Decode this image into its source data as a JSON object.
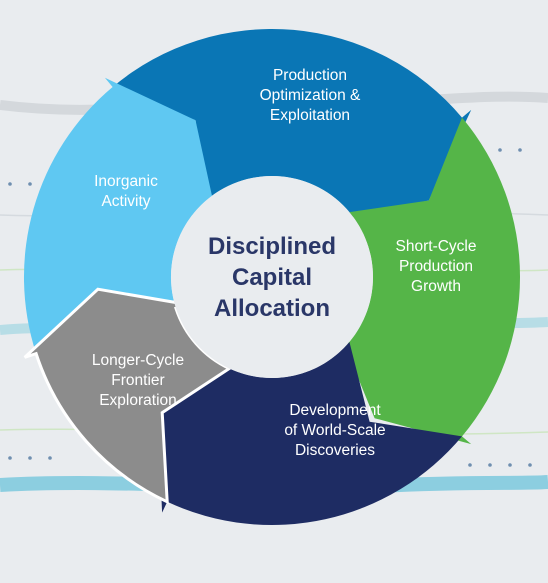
{
  "diagram": {
    "center_title": [
      "Disciplined",
      "Capital",
      "Allocation"
    ],
    "segments": [
      {
        "key": "production",
        "lines": [
          "Production",
          "Optimization &",
          "Exploitation"
        ],
        "color": "#0a76b5"
      },
      {
        "key": "short-cycle",
        "lines": [
          "Short-Cycle",
          "Production",
          "Growth"
        ],
        "color": "#55b548"
      },
      {
        "key": "development",
        "lines": [
          "Development",
          "of World-Scale",
          "Discoveries"
        ],
        "color": "#1e2c63"
      },
      {
        "key": "longer-cycle",
        "lines": [
          "Longer-Cycle",
          "Frontier",
          "Exploration"
        ],
        "color": "#8c8c8c"
      },
      {
        "key": "inorganic",
        "lines": [
          "Inorganic",
          "Activity"
        ],
        "color": "#5fc8f2"
      }
    ],
    "colors": {
      "background": "#e9ecef",
      "center_text": "#2a3768",
      "grey_outline": "#ffffff"
    }
  }
}
